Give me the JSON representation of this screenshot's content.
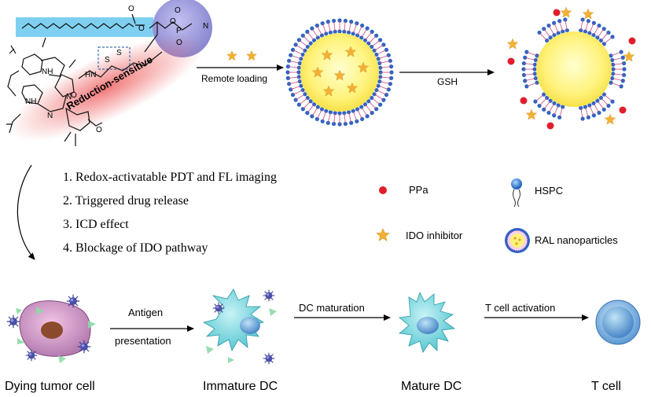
{
  "molecule": {
    "reduction_label": "Reduction-sensitive",
    "atoms": {
      "o1": "O",
      "o2": "O",
      "p": "P",
      "o_p1": "O",
      "o_p2": "O",
      "o_minus": "O",
      "n_plus": "N",
      "s1": "S",
      "s2": "S",
      "nh_amide": "HN",
      "o_amide": "O",
      "nh_ring1": "NH",
      "nh_ring2": "NH",
      "n_ring1": "N",
      "n_ring2": "N",
      "o_ketone": "O"
    }
  },
  "steps": {
    "remote_loading": "Remote loading",
    "gsh": "GSH"
  },
  "effects": [
    "1.  Redox-activatable PDT and FL imaging",
    "2.  Triggered drug release",
    "3.  ICD effect",
    "4.  Blockage of IDO pathway"
  ],
  "legend": {
    "ppa": "PPa",
    "hspc": "HSPC",
    "ido": "IDO inhibitor",
    "ral": "RAL nanoparticles"
  },
  "pathway": {
    "arrow1_top": "Antigen",
    "arrow1_bottom": "presentation",
    "arrow2": "DC maturation",
    "arrow3": "T cell activation",
    "cells": [
      "Dying tumor cell",
      "Immature DC",
      "Mature DC",
      "T cell"
    ]
  },
  "colors": {
    "blue_bar": "#7fd0f0",
    "purple_head": "#9a98d8",
    "red_glow": "#f06a6a",
    "core_yellow": "#fff27a",
    "ppa_red": "#e01e2c",
    "star_gold": "#f2b134",
    "lipid_blue": "#2a64c8",
    "cell_cyan": "#7fd7df",
    "tumor_purple": "#d79acb"
  }
}
